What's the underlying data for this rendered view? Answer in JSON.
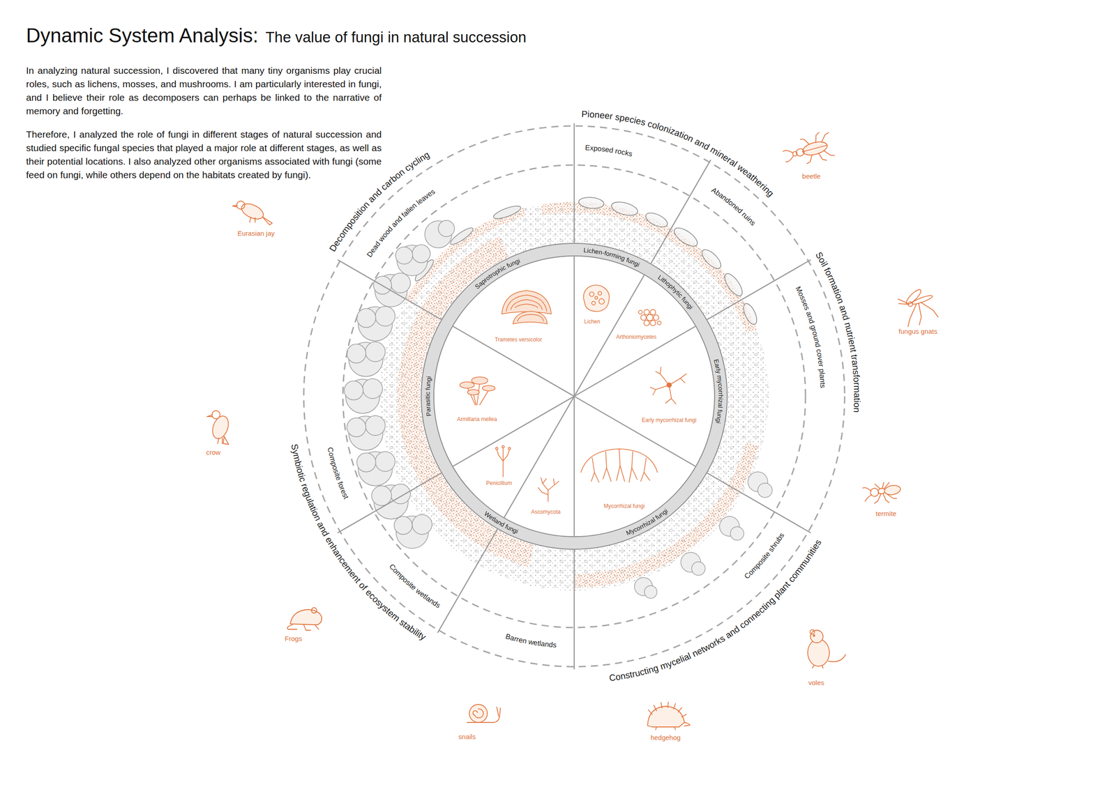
{
  "diagram": {
    "title": "Dynamic System Analysis:",
    "labels": [
      "The value of fungi in natural succession",
      "In analyzing natural succession, I discovered that many tiny organisms play crucial roles, such as lichens, mosses, and mushrooms. I am particularly interested in fungi, and I believe their role as decomposers can perhaps be linked to the narrative of memory and forgetting.",
      "Therefore, I analyzed the role of fungi in different stages of natural succession and studied specific fungal species that played a major role at different stages, as well as their potential locations. I also analyzed other organisms associated with fungi (some feed on fungi, while others depend on the habitats created by fungi).",
      "Pioneer species colonization and mineral weathering",
      "Exposed rocks",
      "Abandoned ruins",
      "Soil formation and nutrient transformation",
      "Mosses and ground cover plants",
      "Constructing mycelial networks and connecting plant communities",
      "Composite shrubs",
      "Barren wetlands",
      "Symbiotic regulation and enhancement of ecosystem stability",
      "Composite wetlands",
      "Composite forest",
      "Decomposition and carbon cycling",
      "Dead wood and fallen leaves",
      "Lichen-forming fungi",
      "Lithophytic fungi",
      "Early mycorrhizal fungi",
      "Mycorrhizal fungi",
      "Wetland fungi",
      "Parasitic fungi",
      "Saprotrophic fungi",
      "Lichen",
      "Arthoniomycetes",
      "Early mycorrhizal fungi",
      "Mycorrhizal fungi",
      "Ascomycota",
      "Penicillium",
      "Armillaria mellea",
      "Trametes versicolor",
      "beetle",
      "fungus gnats",
      "termite",
      "voles",
      "hedgehog",
      "snails",
      "Frogs",
      "crow",
      "Eurasian jay"
    ]
  }
}
